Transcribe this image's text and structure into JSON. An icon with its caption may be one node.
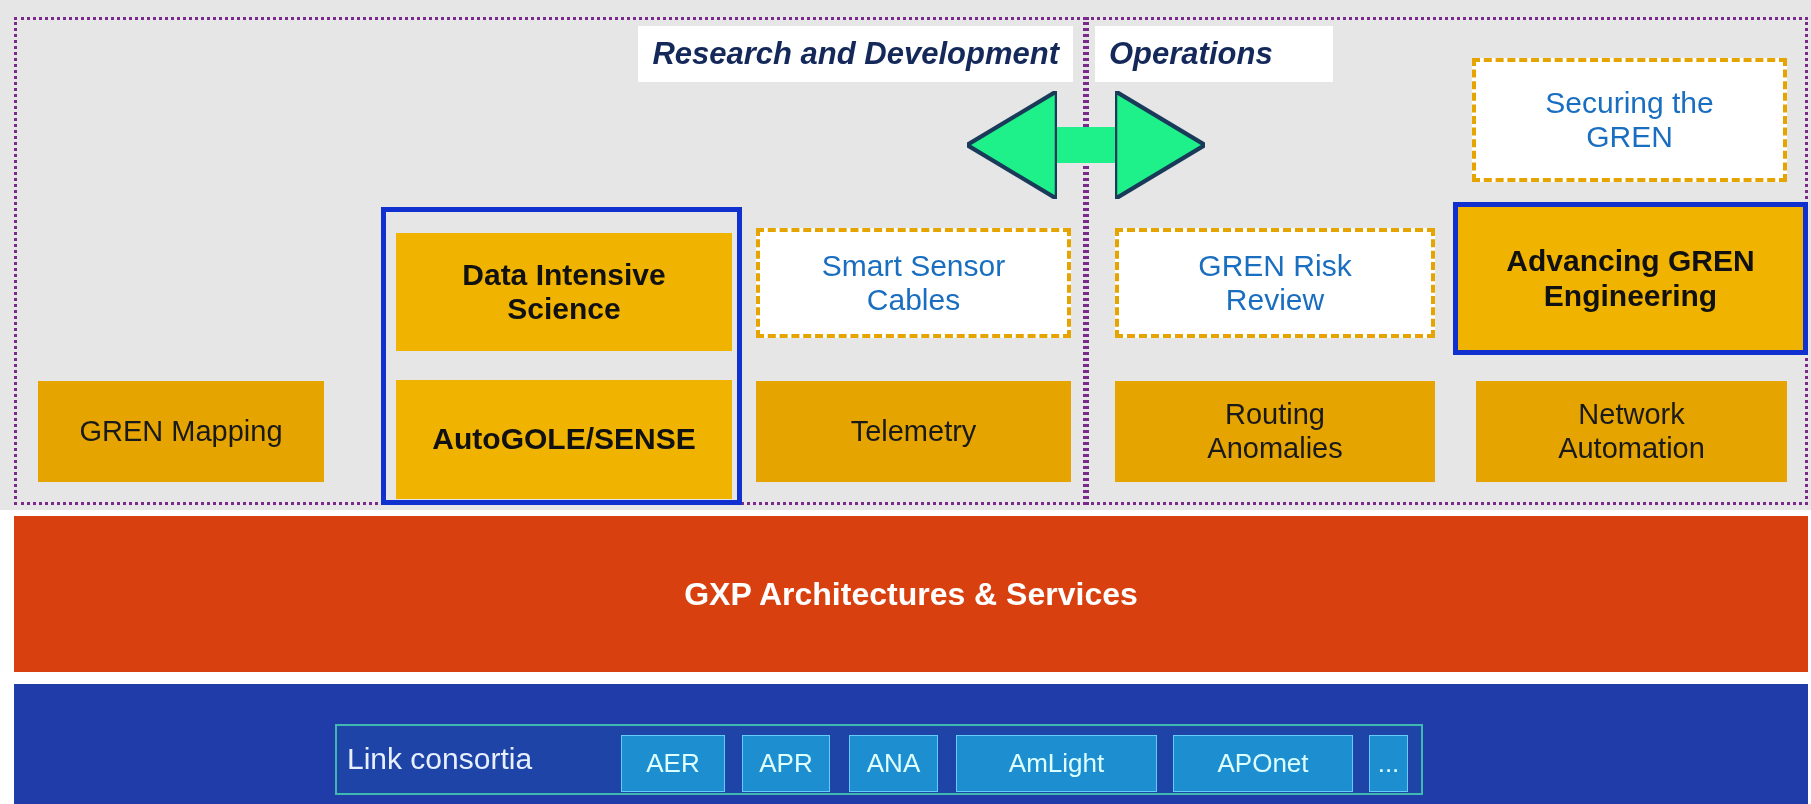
{
  "diagram": {
    "nodes": [
      {
        "text": [
          "Research and Development"
        ]
      },
      {
        "text": [
          "GREN Mapping"
        ],
        "in": 0
      },
      {
        "text": [],
        "shape": "box",
        "in": 0
      },
      {
        "text": [
          "Data Intensive Science"
        ],
        "in": 2
      },
      {
        "text": [
          "AutoGOLE/SENSE"
        ],
        "in": 2
      },
      {
        "text": [
          "Smart Sensor Cables"
        ],
        "in": 0
      },
      {
        "text": [
          "Telemetry"
        ],
        "in": 0
      },
      {
        "text": [
          "Operations"
        ]
      },
      {
        "text": [
          "GREN Risk Review"
        ],
        "in": 7
      },
      {
        "text": [
          "Routing Anomalies"
        ],
        "in": 7
      },
      {
        "text": [
          "Securing the GREN"
        ],
        "in": 7
      },
      {
        "text": [
          "Advancing GREN Engineering"
        ],
        "in": 7
      },
      {
        "text": [
          "Network Automation"
        ],
        "in": 7
      },
      {
        "text": [
          "GXP Architectures & Services"
        ]
      },
      {
        "text": [],
        "shape": "bar"
      },
      {
        "text": [
          "Link consortia"
        ],
        "in": 14
      },
      {
        "text": [
          "AER"
        ],
        "in": 15
      },
      {
        "text": [
          "APR"
        ],
        "in": 15
      },
      {
        "text": [
          "ANA"
        ],
        "in": 15
      },
      {
        "text": [
          "AmLight"
        ],
        "in": 15
      },
      {
        "text": [
          "APOnet"
        ],
        "in": 15
      },
      {
        "text": [
          "..."
        ],
        "in": 15
      }
    ],
    "edges": [
      {
        "from": 0,
        "to": 7,
        "arrow": "both"
      }
    ]
  }
}
